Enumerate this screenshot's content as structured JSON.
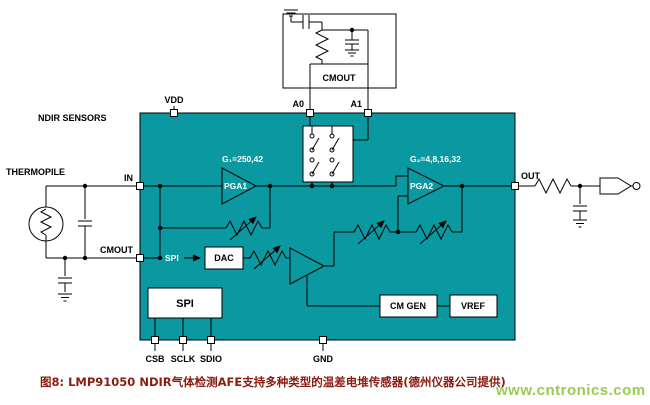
{
  "figure": {
    "caption": "图8: LMP91050 NDIR气体检测AFE支持多种类型的温差电堆传感器(德州仪器公司提供)",
    "watermark": "www.cntronics.com"
  },
  "labels": {
    "ndir_sensors": "NDIR SENSORS",
    "thermopile": "THERMOPILE",
    "vdd": "VDD",
    "a0": "A0",
    "a1": "A1",
    "cmout_external": "CMOUT",
    "in": "IN",
    "cmout": "CMOUT",
    "out": "OUT",
    "gnd": "GND",
    "csb": "CSB",
    "sclk": "SCLK",
    "sdio": "SDIO",
    "pga1": "PGA1",
    "pga1_gain": "G₁=250,42",
    "pga2": "PGA2",
    "pga2_gain": "G₂=4,8,16,32",
    "spi_ctrl": "SPI",
    "dac": "DAC",
    "spi": "SPI",
    "cm_gen": "CM GEN",
    "vref": "VREF"
  },
  "colors": {
    "chip_fill": "#0a99a1",
    "caption_color": "#8a1c10",
    "watermark_color": "#8dc63f"
  }
}
